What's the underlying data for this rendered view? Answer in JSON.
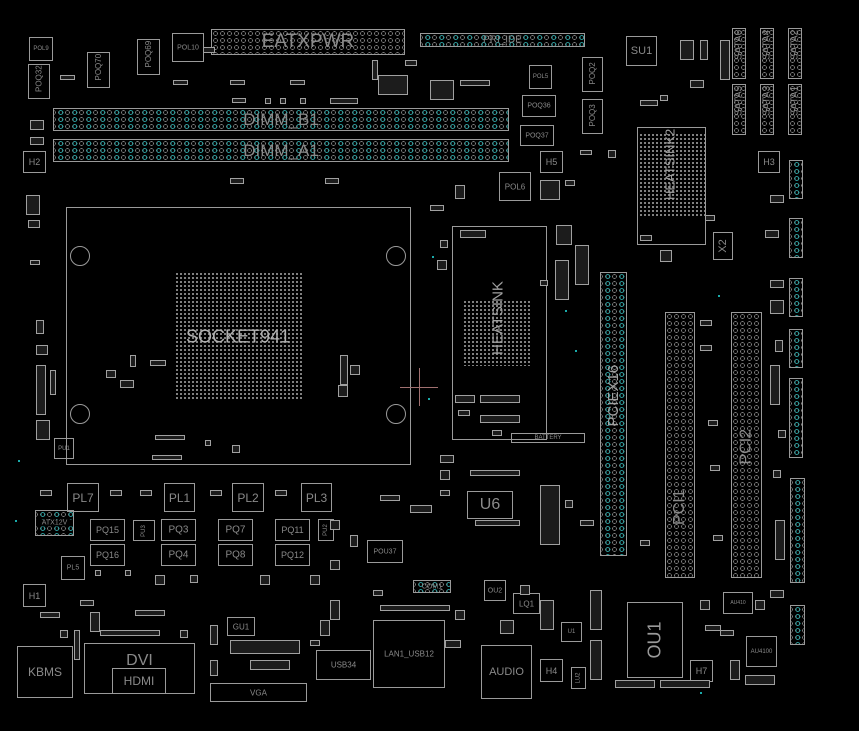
{
  "board": {
    "connectors": {
      "eatxpwr": "EATXPWR",
      "pri_ide": "PRI_IDE",
      "dimm_b1": "DIMM_B1",
      "dimm_a1": "DIMM_A1",
      "socket": "SOCKET941",
      "heatsink": "HEATSINK",
      "heatsink2": "HEATSINK2",
      "battery": "BATTERY",
      "pciex16": "PCIEX16",
      "pci1": "PCI1",
      "pci2": "PCI2",
      "atx12v": "ATX12V",
      "kbms": "KBMS",
      "dvi": "DVI",
      "hdmi": "HDMI",
      "vga": "VGA",
      "usb34": "USB34",
      "lan1_usb12": "LAN1_USB12",
      "audio": "AUDIO",
      "com1": "COM1",
      "sata6": "SATA6",
      "sata4": "SATA4",
      "sata2": "SATA2",
      "sata5": "SATA5",
      "sata3": "SATA3",
      "sata1": "SATA1"
    },
    "chips": {
      "su1": "SU1",
      "u6": "U6",
      "ou1": "OU1",
      "ou2": "OU2",
      "gu1": "GU1",
      "lq1": "LQ1",
      "lu2": "LU2",
      "u1": "U1",
      "au4100": "AU4100",
      "au410": "AU410",
      "x2": "X2",
      "pu1": "PU1",
      "pu3": "PU3",
      "pu2": "PU2"
    },
    "power": {
      "pol9": "POL9",
      "poq32": "POQ32",
      "poq70": "POQ70",
      "poq69": "POQ69",
      "pol10": "POL10",
      "pol5": "POL5",
      "poq2": "POQ2",
      "poq3": "POQ3",
      "poq36": "POQ36",
      "poq37": "POQ37",
      "pol6": "POL6",
      "pou37": "POU37",
      "pl7": "PL7",
      "pl1": "PL1",
      "pl2": "PL2",
      "pl3": "PL3",
      "pl5": "PL5",
      "pq15": "PQ15",
      "pq16": "PQ16",
      "pq3": "PQ3",
      "pq4": "PQ4",
      "pq7": "PQ7",
      "pq8": "PQ8",
      "pq11": "PQ11",
      "pq12": "PQ12"
    },
    "holes": {
      "h1": "H1",
      "h2": "H2",
      "h3": "H3",
      "h4": "H4",
      "h5": "H5",
      "h7": "H7"
    },
    "colors": {
      "background": "#000000",
      "outline": "#9a9a9a",
      "ground_pin": "#1a9a9a",
      "cursor": "#a07070"
    }
  }
}
